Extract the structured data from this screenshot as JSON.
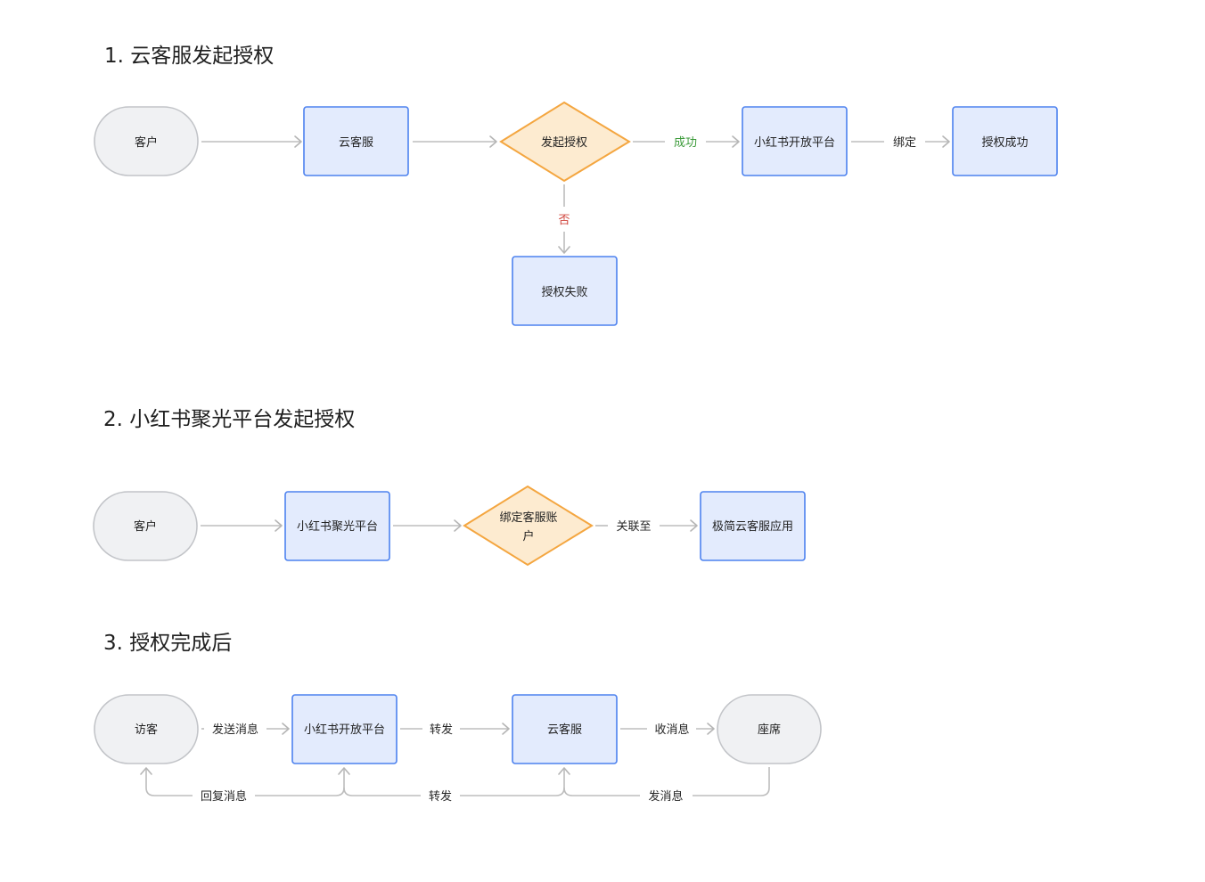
{
  "sections": [
    {
      "heading": "1. 云客服发起授权",
      "nodes": {
        "customer": "客户",
        "cloud_service": "云客服",
        "initiate_auth": "发起授权",
        "xhs_open_platform": "小红书开放平台",
        "auth_success": "授权成功",
        "auth_failed": "授权失败"
      },
      "edges": {
        "success": "成功",
        "bind": "绑定",
        "no": "否"
      }
    },
    {
      "heading": "2. 小红书聚光平台发起授权",
      "nodes": {
        "customer": "客户",
        "xhs_juguang": "小红书聚光平台",
        "bind_account_line1": "绑定客服账",
        "bind_account_line2": "户",
        "jijian_app": "极简云客服应用"
      },
      "edges": {
        "link_to": "关联至"
      }
    },
    {
      "heading": "3. 授权完成后",
      "nodes": {
        "visitor": "访客",
        "xhs_open_platform": "小红书开放平台",
        "cloud_service": "云客服",
        "agent": "座席"
      },
      "edges": {
        "send_message": "发送消息",
        "forward": "转发",
        "receive_message": "收消息",
        "reply_message": "回复消息",
        "forward_back": "转发",
        "send_back": "发消息"
      }
    }
  ]
}
